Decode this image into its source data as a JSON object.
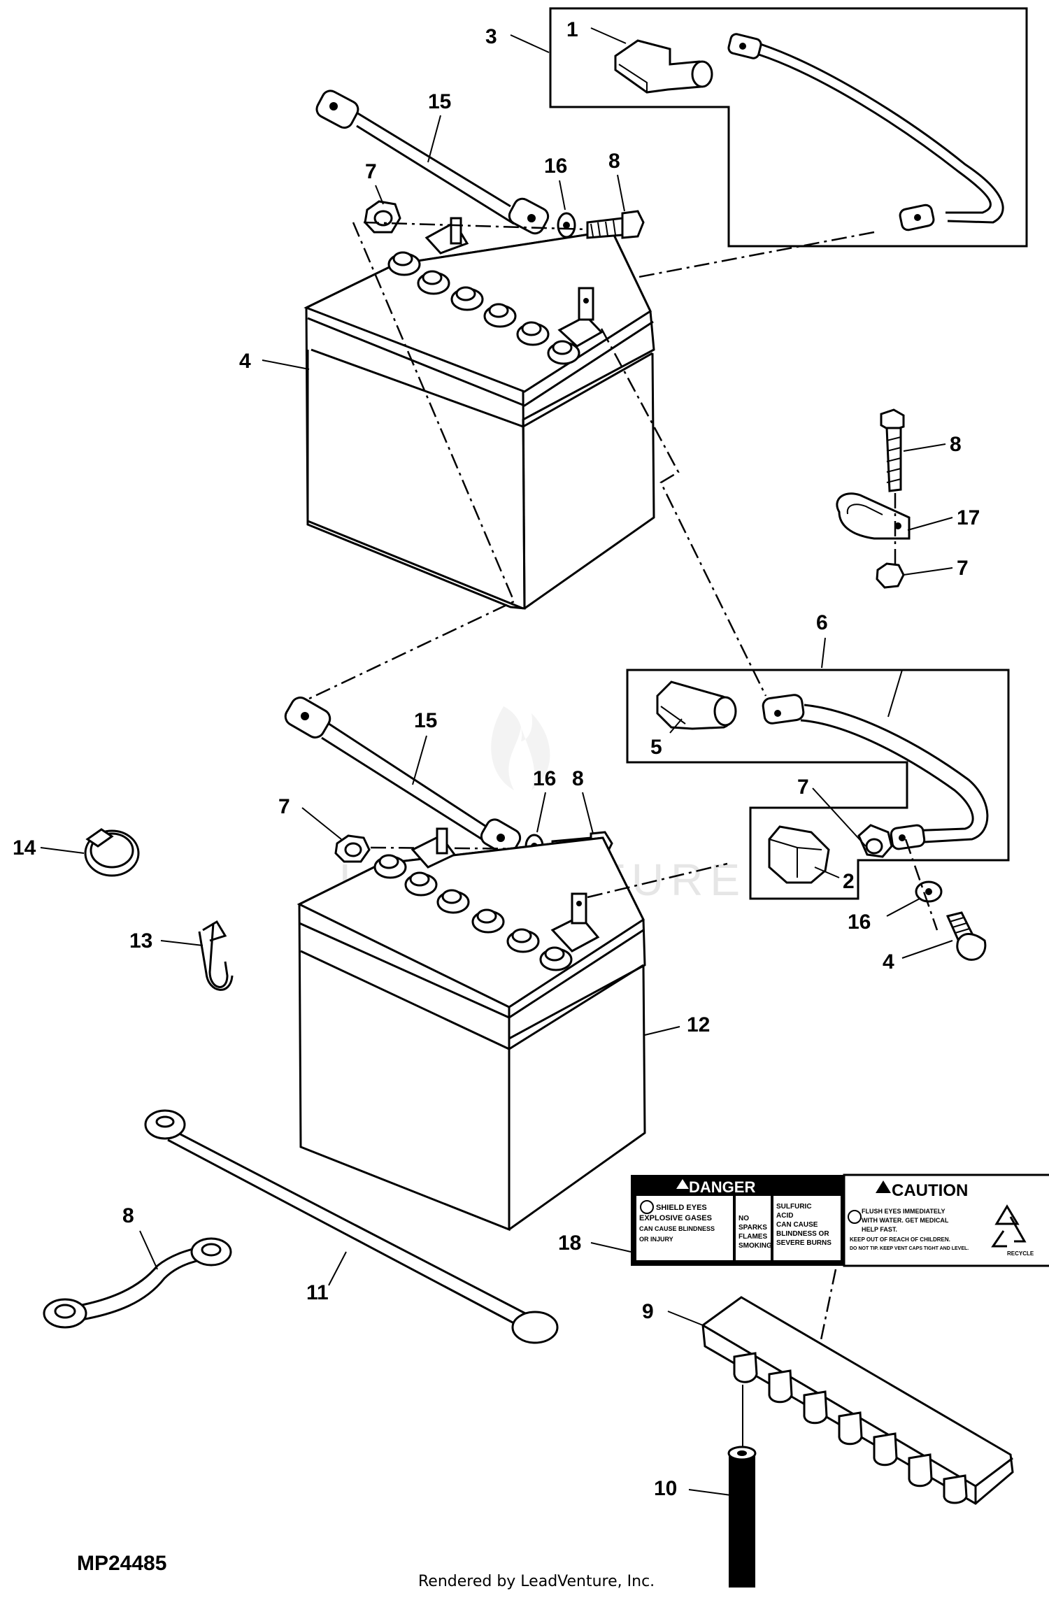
{
  "diagram": {
    "reference_code": "MP24485",
    "rendered_by": "Rendered by LeadVenture, Inc.",
    "watermark": "LEADVENTURE",
    "callouts": [
      {
        "id": "c1",
        "text": "1"
      },
      {
        "id": "c3",
        "text": "3"
      },
      {
        "id": "c15a",
        "text": "15"
      },
      {
        "id": "c7a",
        "text": "7"
      },
      {
        "id": "c16a",
        "text": "16"
      },
      {
        "id": "c8a",
        "text": "8"
      },
      {
        "id": "c4a",
        "text": "4"
      },
      {
        "id": "c8b",
        "text": "8"
      },
      {
        "id": "c17",
        "text": "17"
      },
      {
        "id": "c7b",
        "text": "7"
      },
      {
        "id": "c6",
        "text": "6"
      },
      {
        "id": "c5",
        "text": "5"
      },
      {
        "id": "c15b",
        "text": "15"
      },
      {
        "id": "c16b",
        "text": "16"
      },
      {
        "id": "c8c",
        "text": "8"
      },
      {
        "id": "c7c",
        "text": "7"
      },
      {
        "id": "c7d",
        "text": "7"
      },
      {
        "id": "c14",
        "text": "14"
      },
      {
        "id": "c2",
        "text": "2"
      },
      {
        "id": "c16c",
        "text": "16"
      },
      {
        "id": "c13",
        "text": "13"
      },
      {
        "id": "c8d",
        "text": "8"
      },
      {
        "id": "c4b",
        "text": "4"
      },
      {
        "id": "c12",
        "text": "12"
      },
      {
        "id": "c18",
        "text": "18"
      },
      {
        "id": "c11",
        "text": "11"
      },
      {
        "id": "c9",
        "text": "9"
      },
      {
        "id": "c10",
        "text": "10"
      }
    ],
    "decal": {
      "danger_title": "DANGER",
      "danger_col1": [
        "SHIELD EYES",
        "EXPLOSIVE GASES",
        "CAN CAUSE BLINDNESS",
        "OR INJURY"
      ],
      "danger_col2": [
        "NO",
        "SPARKS",
        "FLAMES",
        "SMOKING"
      ],
      "danger_col3": [
        "SULFURIC",
        "ACID",
        "CAN CAUSE",
        "BLINDNESS OR",
        "SEVERE BURNS"
      ],
      "caution_title": "CAUTION",
      "caution_text": [
        "FLUSH EYES IMMEDIATELY",
        "WITH WATER. GET MEDICAL",
        "HELP FAST.",
        "KEEP OUT OF REACH OF CHILDREN.",
        "DO NOT TIP. KEEP VENT CAPS TIGHT AND LEVEL."
      ],
      "recycle_text": "RECYCLE"
    }
  }
}
